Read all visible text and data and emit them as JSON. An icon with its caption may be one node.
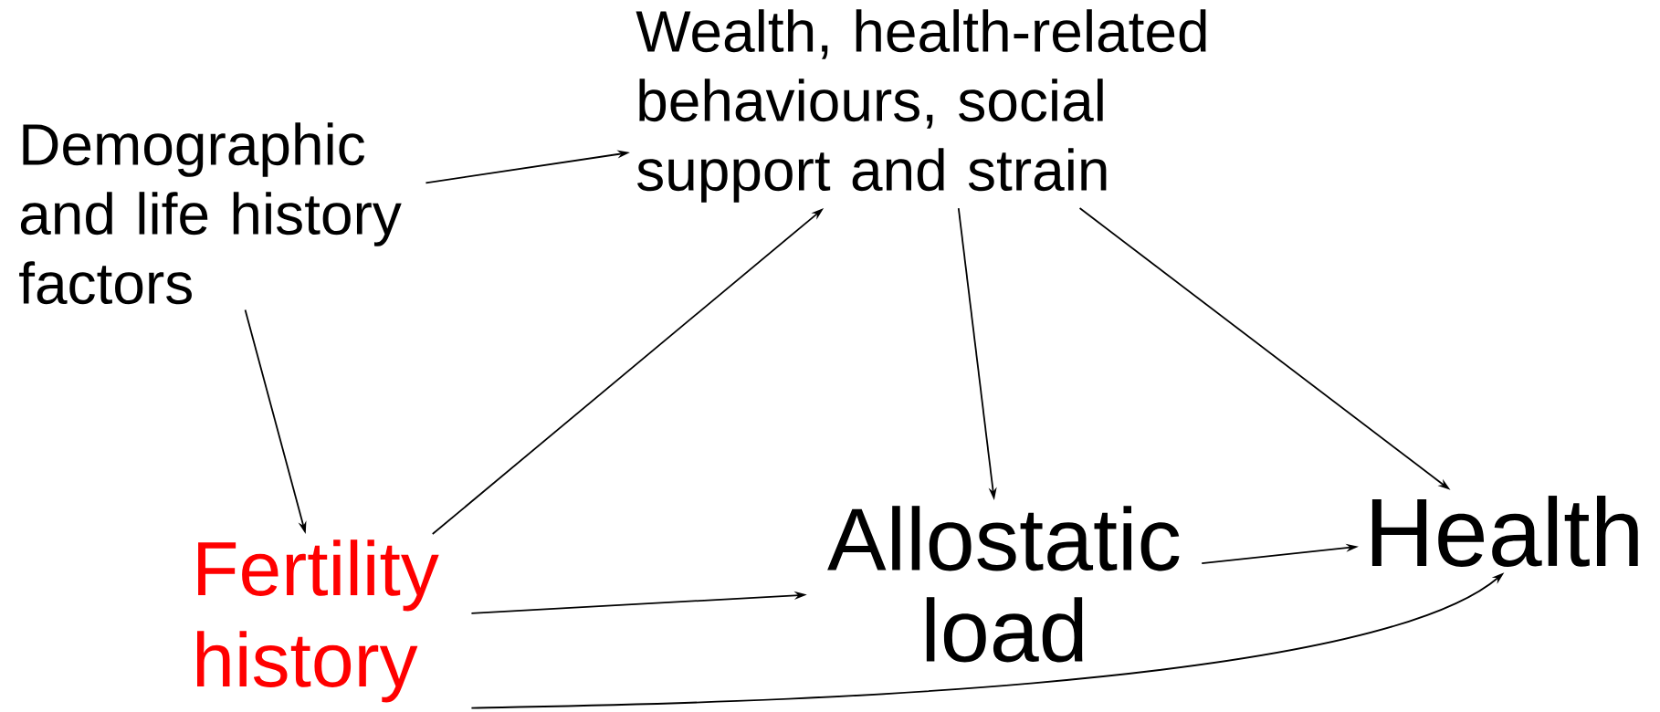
{
  "diagram": {
    "nodes": [
      {
        "text": [
          "Demographic and life history factors"
        ]
      },
      {
        "text": [
          "Wealth, health-related behaviours, social support and strain"
        ]
      },
      {
        "text": [
          "Fertility history"
        ]
      },
      {
        "text": [
          "Allostatic load"
        ]
      },
      {
        "text": [
          "Health"
        ]
      }
    ],
    "edges": [
      {
        "from": 0,
        "to": 1,
        "arrow": "to"
      },
      {
        "from": 0,
        "to": 2,
        "arrow": "to"
      },
      {
        "from": 2,
        "to": 1,
        "arrow": "to"
      },
      {
        "from": 1,
        "to": 3,
        "arrow": "to"
      },
      {
        "from": 1,
        "to": 4,
        "arrow": "to"
      },
      {
        "from": 2,
        "to": 3,
        "arrow": "to"
      },
      {
        "from": 3,
        "to": 4,
        "arrow": "to"
      },
      {
        "from": 2,
        "to": 4,
        "arrow": "to",
        "color": "#000000"
      }
    ]
  }
}
